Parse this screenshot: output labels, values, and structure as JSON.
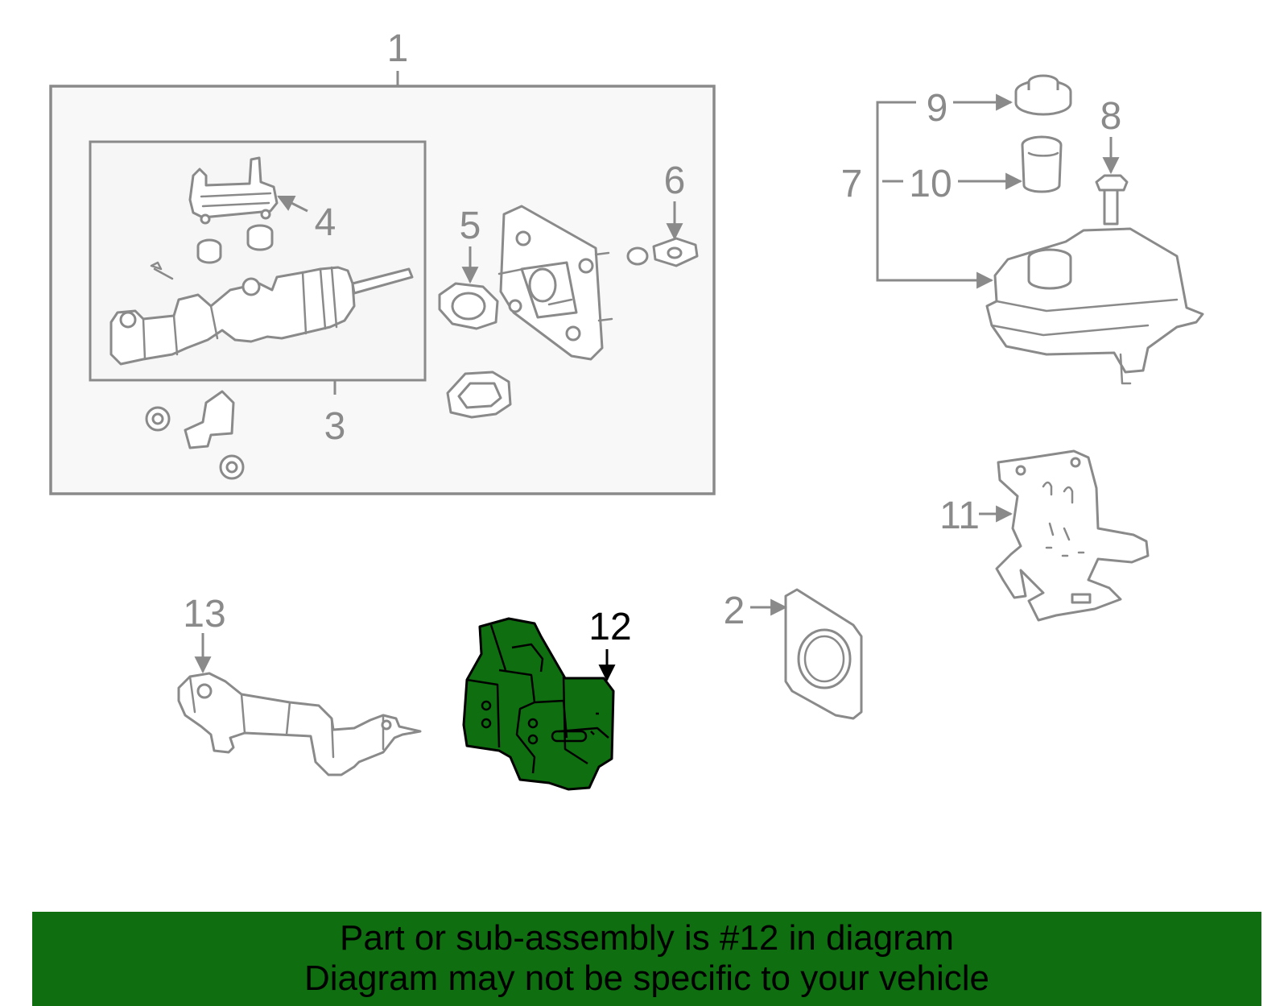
{
  "callouts": {
    "c1": "1",
    "c2": "2",
    "c3": "3",
    "c4": "4",
    "c5": "5",
    "c6": "6",
    "c7": "7",
    "c8": "8",
    "c9": "9",
    "c10": "10",
    "c11": "11",
    "c12": "12",
    "c13": "13"
  },
  "highlight": {
    "part_number": "12",
    "fill_color": "#0f6e0f"
  },
  "banner": {
    "line1": "Part or sub-assembly is #12 in diagram",
    "line2": "Diagram may not be specific to your vehicle",
    "background": "#0f6e0f"
  },
  "colors": {
    "line_gray": "#8a8a8a",
    "text_gray": "#8a8a8a",
    "highlight_text": "#000000"
  }
}
